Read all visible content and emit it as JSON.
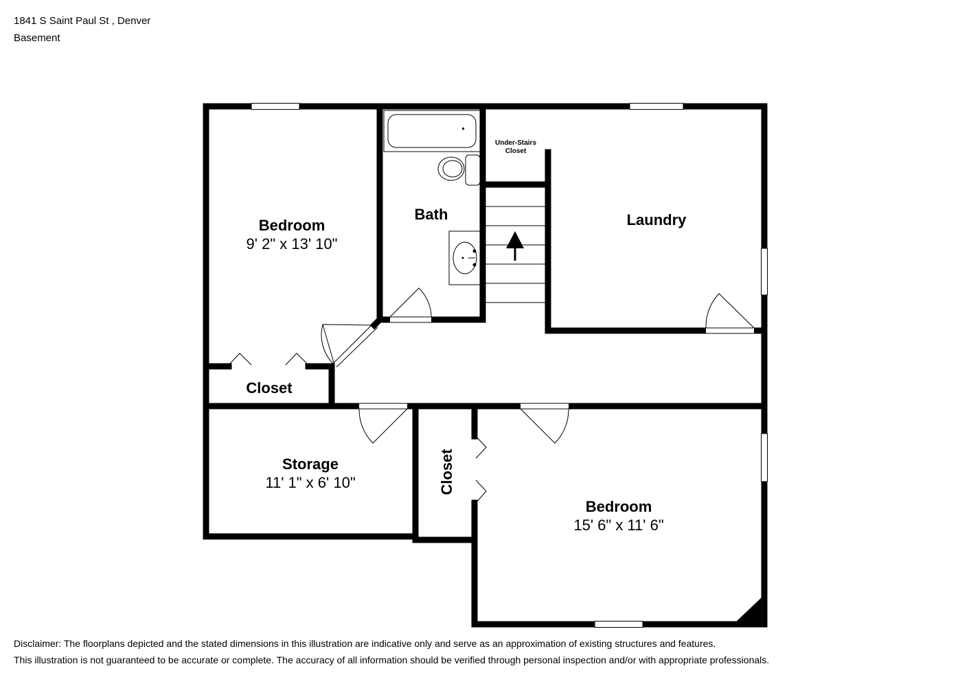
{
  "header": {
    "address": "1841 S Saint Paul St , Denver",
    "level": "Basement"
  },
  "rooms": {
    "bedroom_1": {
      "name": "Bedroom",
      "dims": "9' 2\" x 13' 10\""
    },
    "bath": {
      "name": "Bath"
    },
    "under_stairs": {
      "line1": "Under-Stairs",
      "line2": "Closet"
    },
    "laundry": {
      "name": "Laundry"
    },
    "closet_1": {
      "name": "Closet"
    },
    "storage": {
      "name": "Storage",
      "dims": "11' 1\" x 6' 10\""
    },
    "closet_2": {
      "name": "Closet"
    },
    "bedroom_2": {
      "name": "Bedroom",
      "dims": "15' 6\" x 11' 6\""
    }
  },
  "disclaimer": {
    "line1": "Disclaimer: The floorplans depicted and the stated dimensions in this illustration are indicative only and serve as an approximation of existing structures and features.",
    "line2": "This illustration is not guaranteed to be accurate or complete. The accuracy of all information should be verified through personal inspection and/or with appropriate professionals."
  }
}
